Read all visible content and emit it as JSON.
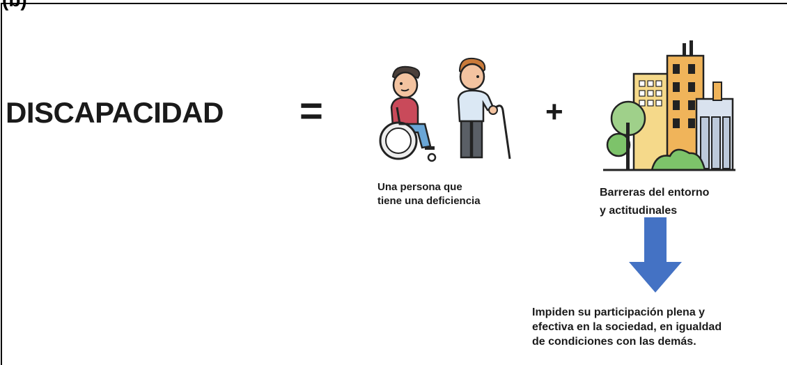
{
  "corner_text": "(b)",
  "main_word": "DISCAPACIDAD",
  "equals_symbol": "=",
  "plus_symbol": "+",
  "person_caption": {
    "line1": "Una persona que",
    "line2": "tiene una deficiencia"
  },
  "barriers_caption": {
    "line1": "Barreras del entorno",
    "line2": "y actitudinales"
  },
  "result_text": {
    "line1": "Impiden su participación plena y",
    "line2": "efectiva en la sociedad, en igualdad",
    "line3": "de condiciones con las demás."
  },
  "colors": {
    "arrow": "#4472c4",
    "shirt_red": "#c94a5a",
    "shirt_light": "#dbe8f4",
    "skin": "#f3c3a0",
    "hair": "#4a3f3a",
    "building_orange": "#f0b45a",
    "building_blue": "#d9e2ee",
    "tree_green": "#7dc36a"
  },
  "icons": [
    "wheelchair-user-icon",
    "elderly-cane-icon",
    "city-buildings-icon",
    "down-arrow-icon"
  ]
}
